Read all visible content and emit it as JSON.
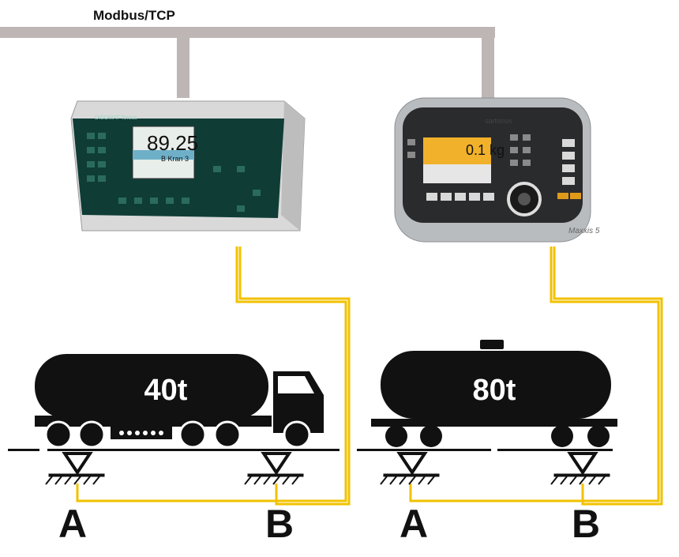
{
  "network": {
    "label": "Modbus/TCP"
  },
  "devices": {
    "disomat": {
      "brand": "DISOMAT Tersus",
      "display_value": "89.25",
      "display_line": "B  Kran 3"
    },
    "sartorius": {
      "brand": "sartorius",
      "display_value": "0.1 kg",
      "model": "Maxxis 5"
    }
  },
  "vehicles": {
    "truck": {
      "load": "40t"
    },
    "railcar": {
      "load": "80t"
    }
  },
  "points": {
    "truck_a": "A",
    "truck_b": "B",
    "railcar_a": "A",
    "railcar_b": "B"
  },
  "colors": {
    "cable": "#f2c200",
    "network": "#bdb6b4",
    "vehicle": "#111111"
  }
}
